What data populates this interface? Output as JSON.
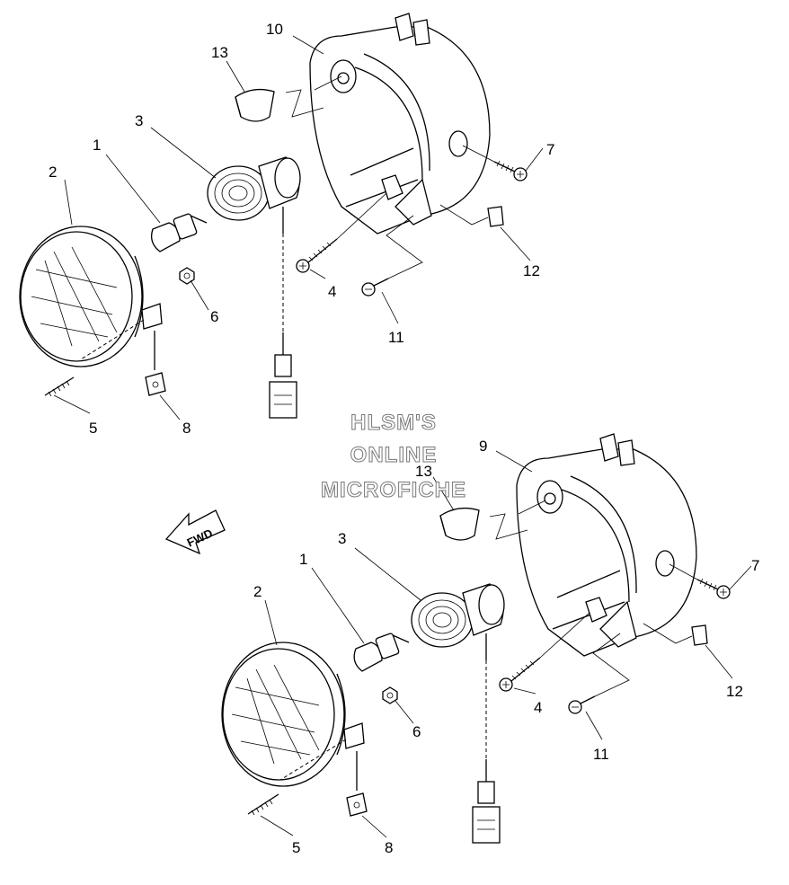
{
  "watermark": {
    "line1": "HLSM'S",
    "line2": "ONLINE",
    "line3": "MICROFICHE"
  },
  "direction_label": "FWD",
  "assemblies": [
    {
      "callouts": {
        "n1": "1",
        "n2": "2",
        "n3": "3",
        "n4": "4",
        "n5": "5",
        "n6": "6",
        "n7": "7",
        "n8": "8",
        "n10": "10",
        "n11": "11",
        "n12": "12",
        "n13": "13"
      }
    },
    {
      "callouts": {
        "n1": "1",
        "n2": "2",
        "n3": "3",
        "n4": "4",
        "n5": "5",
        "n6": "6",
        "n7": "7",
        "n8": "8",
        "n9": "9",
        "n11": "11",
        "n12": "12",
        "n13": "13"
      }
    }
  ]
}
